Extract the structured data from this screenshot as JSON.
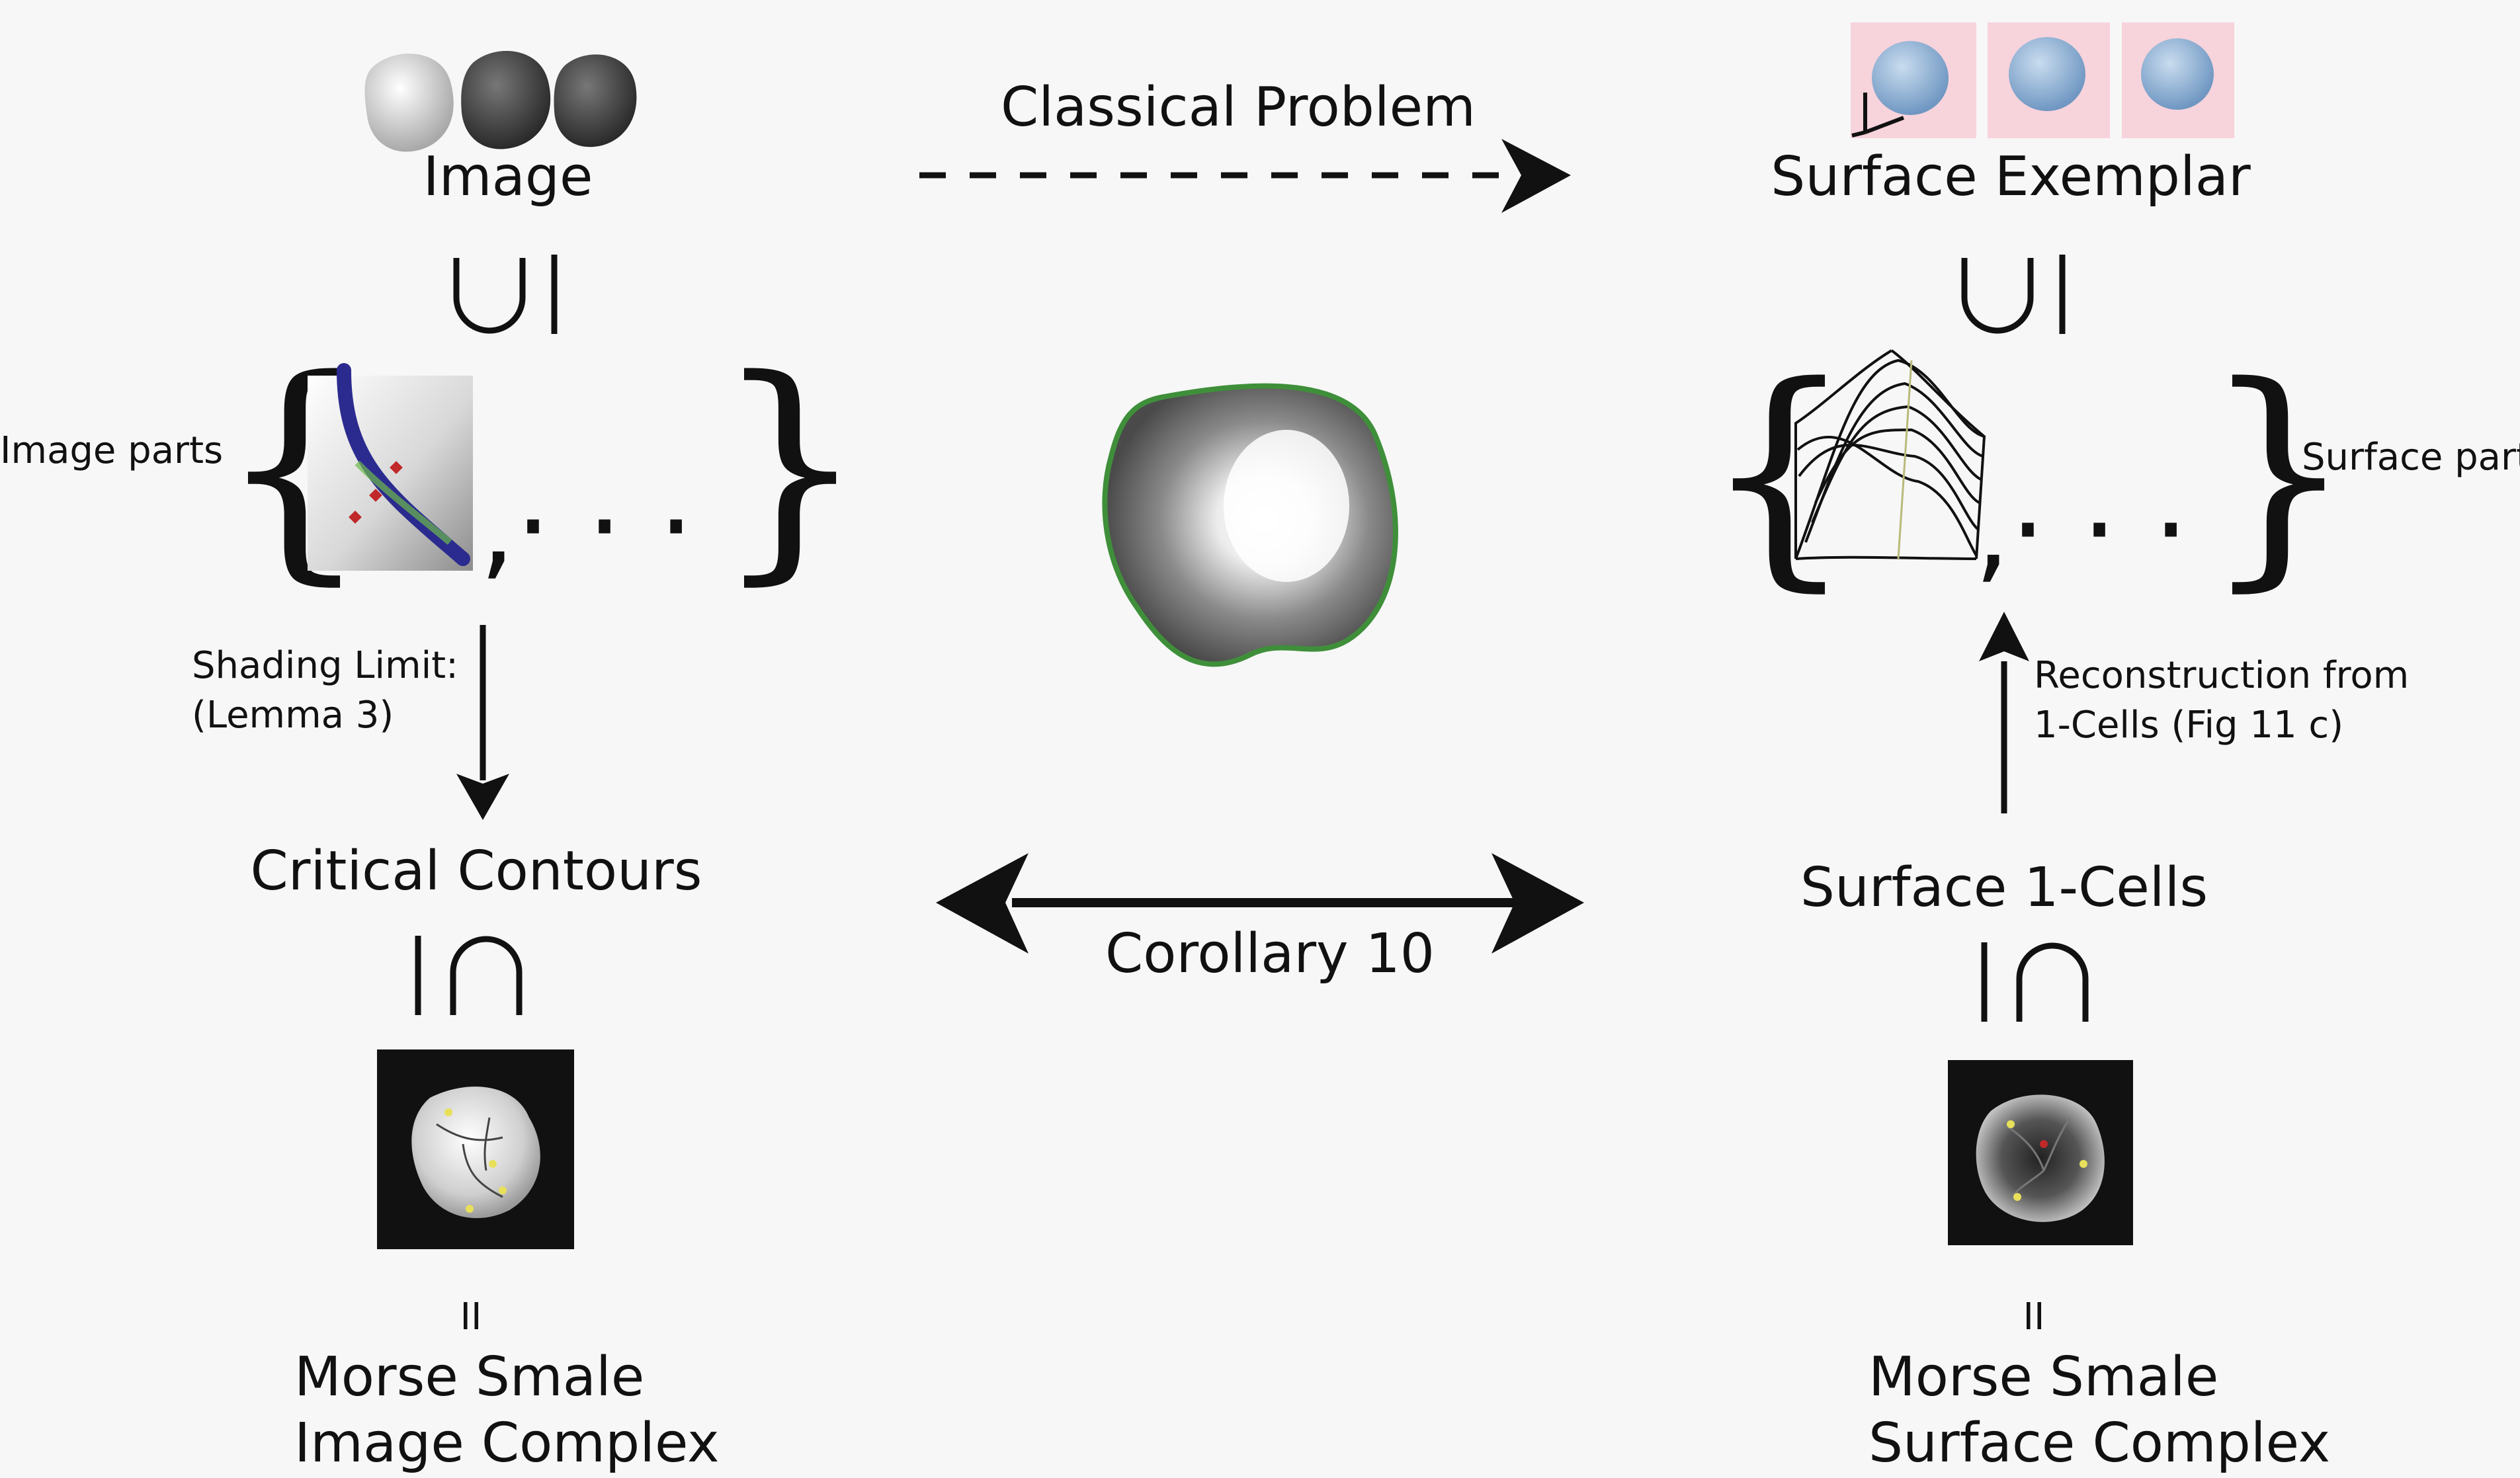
{
  "labels": {
    "image": "Image",
    "classical_problem": "Classical Problem",
    "surface_exemplar": "Surface Exemplar",
    "image_parts": "Image parts",
    "surface_parts": "Surface parts",
    "shading_limit_line1": "Shading Limit:",
    "shading_limit_line2": "(Lemma 3)",
    "reconstruction_line1": "Reconstruction from",
    "reconstruction_line2": "1-Cells (Fig 11 c)",
    "critical_contours": "Critical Contours",
    "corollary": "Corollary 10",
    "surface_1_cells": "Surface 1-Cells",
    "morse_image_line1": "Morse Smale",
    "morse_image_line2": "Image Complex",
    "morse_surface_line1": "Morse Smale",
    "morse_surface_line2": "Surface Complex",
    "ellipsis": ",· · ·",
    "equals_sign": "II"
  },
  "colors": {
    "arrow": "#111111",
    "contour_line": "#2b2b8f",
    "exemplar_bg": "#f7d3dc",
    "exemplar_blob": "#8fb3d6",
    "green_edge": "#3f8f3a",
    "critical_point": "#c0282a"
  }
}
